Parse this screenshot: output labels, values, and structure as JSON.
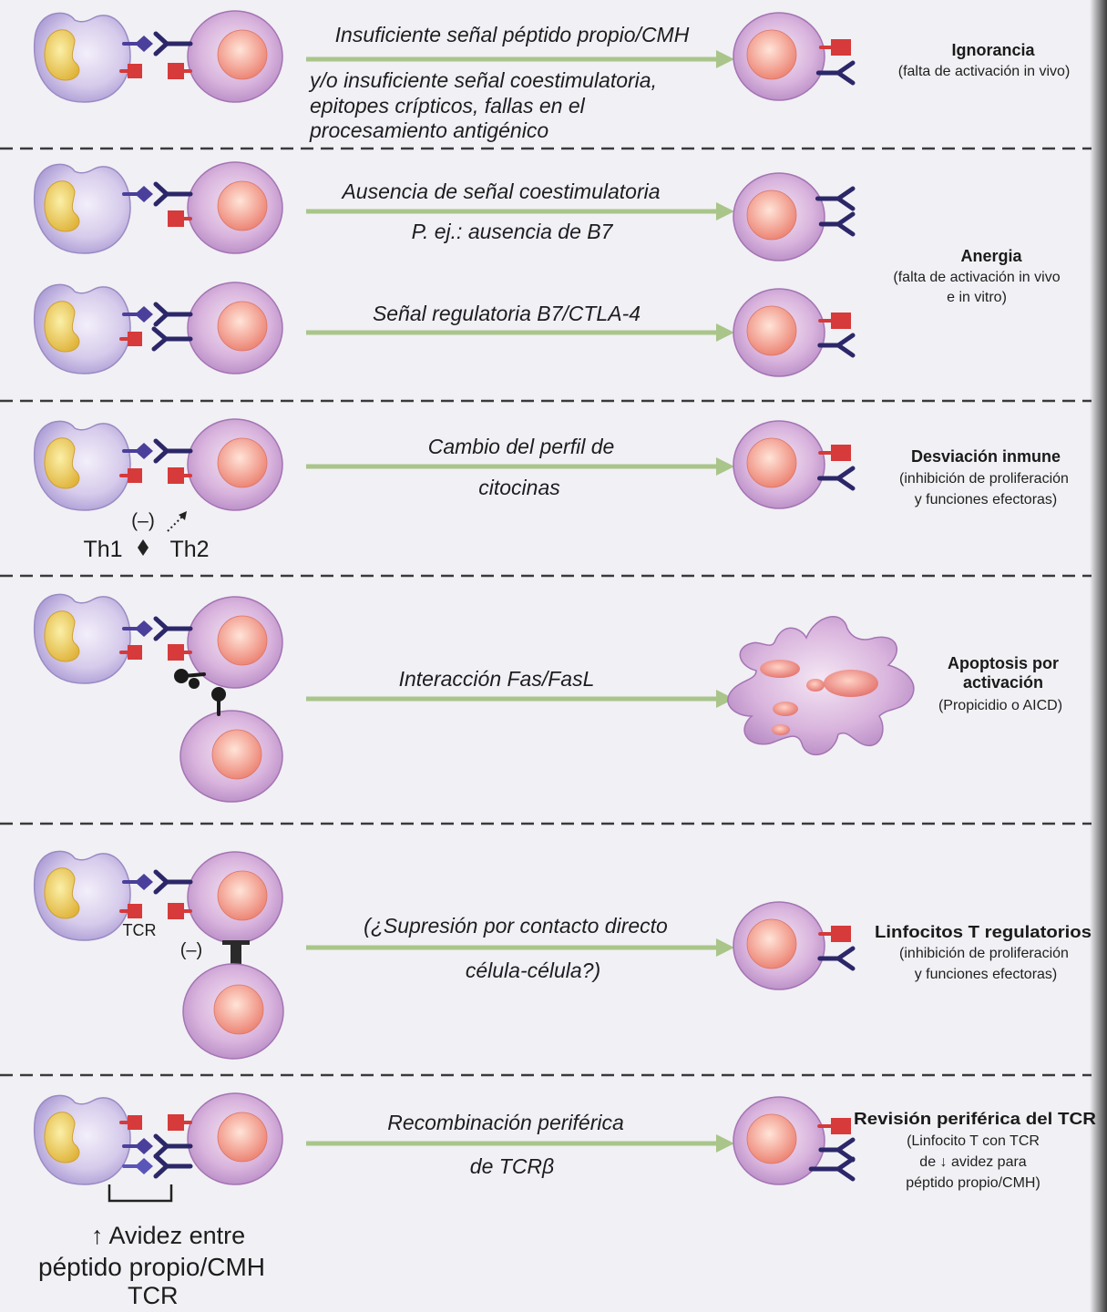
{
  "mechanisms": {
    "ignorance": {
      "line1": "Insuficiente señal péptido propio/CMH",
      "line2": "y/o insuficiente señal coestimulatoria,",
      "line3": "epitopes crípticos, fallas en el",
      "line4": "procesamiento antigénico"
    },
    "no_costimulation": {
      "line1": "Ausencia de señal coestimulatoria",
      "line2": "P. ej.: ausencia de B7"
    },
    "ctla4": {
      "line1": "Señal regulatoria B7/CTLA-4"
    },
    "cytokines": {
      "line1": "Cambio del perfil de",
      "line2": "citocinas"
    },
    "fas": {
      "line1": "Interacción Fas/FasL"
    },
    "suppression": {
      "line1": "(¿Supresión por contacto directo",
      "line2": "célula-célula?)"
    },
    "recombination": {
      "line1": "Recombinación periférica",
      "line2": "de TCRβ"
    }
  },
  "outcomes": {
    "ignorance": {
      "title": "Ignorancia",
      "desc1": "(falta de activación in vivo)"
    },
    "anergy": {
      "title": "Anergia",
      "desc1": "(falta de activación in vivo",
      "desc2": "e in vitro)"
    },
    "deviation": {
      "title": "Desviación inmune",
      "desc1": "(inhibición de proliferación",
      "desc2": "y funciones efectoras)"
    },
    "apoptosis": {
      "title1": "Apoptosis por",
      "title2": "activación",
      "desc1": "(Propicidio o AICD)"
    },
    "regulatory": {
      "title": "Linfocitos T regulatorios",
      "desc1": "(inhibición de proliferación",
      "desc2": "y funciones efectoras)"
    },
    "revision": {
      "title": "Revisión periférica del TCR",
      "desc1": "(Linfocito T con TCR",
      "desc2": "de ↓ avidez para",
      "desc3": "péptido propio/CMH)"
    }
  },
  "annotations": {
    "inhibition_cytokine": "(–)",
    "th1": "Th1",
    "th2": "Th2",
    "tcr_label": "TCR",
    "inhibition_contact": "(–)",
    "avidity_line1": "↑ Avidez entre",
    "avidity_line2": "péptido propio/CMH",
    "avidity_line3": "TCR"
  },
  "colors": {
    "mhc_peptide": "#4a3f9a",
    "tcr": "#2b2768",
    "costimulatory": "#d63a3a",
    "arrow": "#a9c58a",
    "divider": "#3a3a3a",
    "fas": "#1b1b1b"
  }
}
